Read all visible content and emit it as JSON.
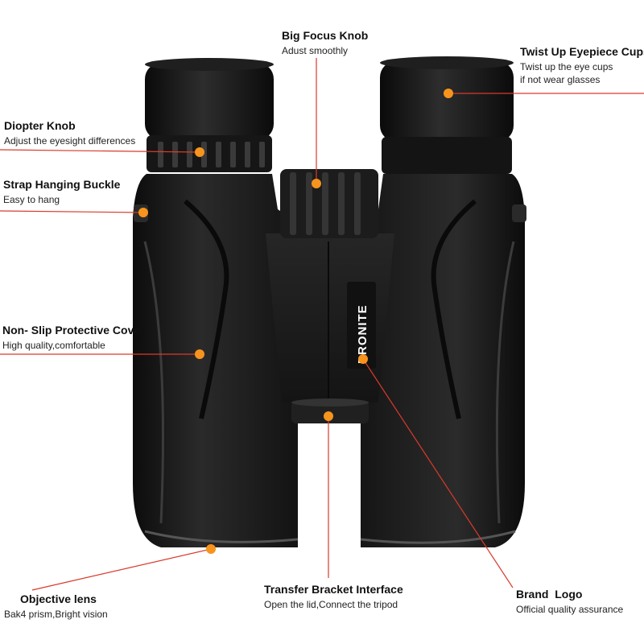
{
  "brand": {
    "logo_text": "PRONITE"
  },
  "colors": {
    "accent": "#f7941d",
    "leader_line": "#d93a2b",
    "body": "#1b1b1b"
  },
  "callouts": [
    {
      "id": "big-focus-knob",
      "title": "Big Focus Knob",
      "lines": [
        "Adust smoothly"
      ]
    },
    {
      "id": "twist-up-eyepiece-cups",
      "title": "Twist Up Eyepiece Cups",
      "lines": [
        "Twist up the eye cups",
        "if not wear glasses"
      ]
    },
    {
      "id": "diopter-knob",
      "title": "Diopter Knob",
      "lines": [
        "Adjust the eyesight differences"
      ]
    },
    {
      "id": "strap-hanging-buckle",
      "title": "Strap Hanging Buckle",
      "lines": [
        "Easy to hang"
      ]
    },
    {
      "id": "non-slip-protective-cover",
      "title": "Non- Slip Protective Cover",
      "lines": [
        "High quality,comfortable"
      ]
    },
    {
      "id": "objective-lens",
      "title": "Objective lens",
      "lines": [
        "Bak4 prism,Bright vision"
      ]
    },
    {
      "id": "transfer-bracket-interface",
      "title": "Transfer Bracket Interface",
      "lines": [
        "Open the lid,Connect the tripod"
      ]
    },
    {
      "id": "brand-logo",
      "title": "Brand  Logo",
      "lines": [
        "Official quality assurance"
      ]
    }
  ]
}
